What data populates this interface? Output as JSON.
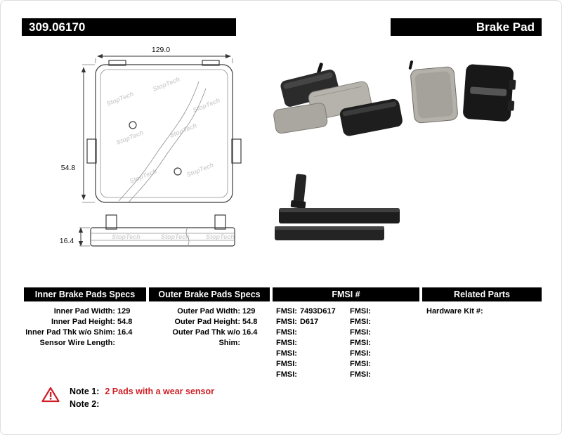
{
  "colors": {
    "accent_red": "#cf2027",
    "bar_black": "#000000",
    "watermark_gray": "#d2d2d2"
  },
  "header": {
    "part_number": "309.06170",
    "product_name": "Brake Pad"
  },
  "diagram": {
    "width": "129.0",
    "height": "54.8",
    "thickness": "16.4",
    "watermark": "StopTech"
  },
  "table": {
    "inner": {
      "title": "Inner Brake Pads Specs",
      "rows": [
        {
          "label": "Inner Pad Width:",
          "value": "129"
        },
        {
          "label": "Inner Pad Height:",
          "value": "54.8"
        },
        {
          "label": "Inner Pad Thk w/o Shim:",
          "value": "16.4"
        },
        {
          "label": "Sensor Wire Length:",
          "value": ""
        }
      ]
    },
    "outer": {
      "title": "Outer Brake Pads Specs",
      "rows": [
        {
          "label": "Outer Pad Width:",
          "value": "129"
        },
        {
          "label": "Outer Pad Height:",
          "value": "54.8"
        },
        {
          "label": "Outer Pad Thk w/o Shim:",
          "value": "16.4"
        }
      ]
    },
    "fmsi": {
      "title": "FMSI #",
      "label": "FMSI:",
      "col1": [
        "7493D617",
        "D617",
        "",
        "",
        "",
        "",
        ""
      ],
      "col2": [
        "",
        "",
        "",
        "",
        "",
        "",
        ""
      ]
    },
    "related": {
      "title": "Related Parts",
      "rows": [
        {
          "label": "Hardware Kit #:",
          "value": ""
        }
      ]
    }
  },
  "notes": {
    "note1_label": "Note 1:",
    "note1_text": "2 Pads with a wear sensor",
    "note2_label": "Note 2:"
  }
}
